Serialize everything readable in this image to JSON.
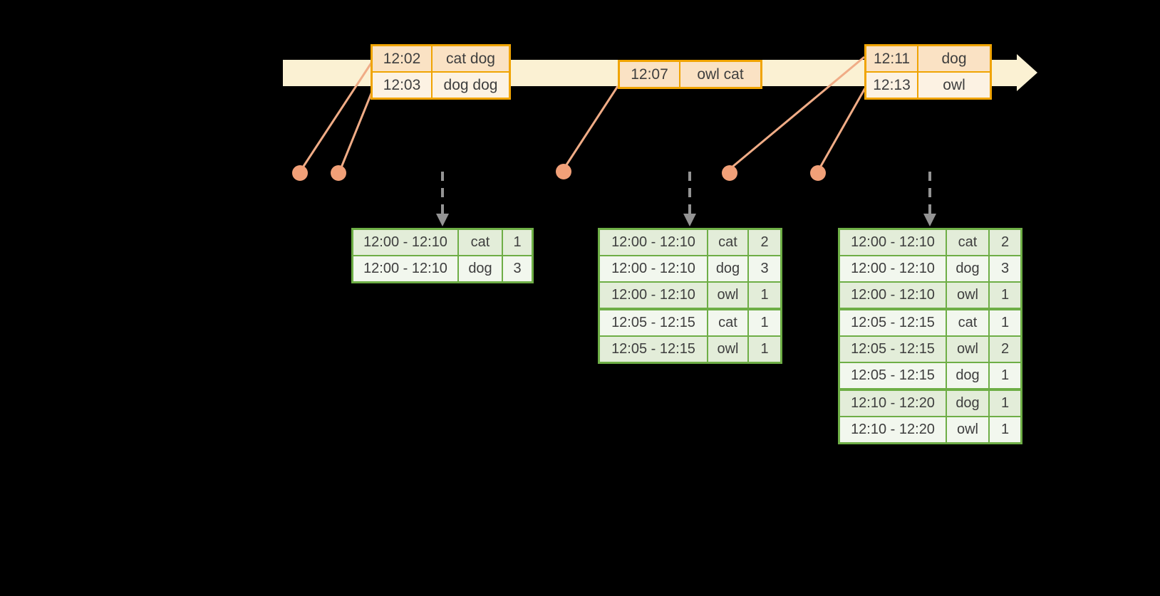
{
  "colors": {
    "background": "#000000",
    "timeline_fill": "#FBF1D3",
    "event_table_border": "#F0A402",
    "event_row_peach": "#FAE2C4",
    "event_row_cream": "#FCF2E3",
    "result_table_border": "#6EAE46",
    "result_row_dark": "#E3EDD9",
    "result_row_light": "#F2F7EE",
    "event_dot": "#F1A078",
    "connector_line": "#F0AC86",
    "emit_arrow": "#949494",
    "text": "#3E3E3E"
  },
  "event_tables": [
    {
      "rows": [
        {
          "time": "12:02",
          "data": "cat dog"
        },
        {
          "time": "12:03",
          "data": "dog dog"
        }
      ]
    },
    {
      "rows": [
        {
          "time": "12:07",
          "data": "owl cat"
        }
      ]
    },
    {
      "rows": [
        {
          "time": "12:11",
          "data": "dog"
        },
        {
          "time": "12:13",
          "data": "owl"
        }
      ]
    }
  ],
  "result_tables": [
    {
      "rows": [
        {
          "window": "12:00 - 12:10",
          "key": "cat",
          "count": "1"
        },
        {
          "window": "12:00 - 12:10",
          "key": "dog",
          "count": "3"
        }
      ]
    },
    {
      "rows": [
        {
          "window": "12:00 - 12:10",
          "key": "cat",
          "count": "2"
        },
        {
          "window": "12:00 - 12:10",
          "key": "dog",
          "count": "3"
        },
        {
          "window": "12:00 - 12:10",
          "key": "owl",
          "count": "1"
        },
        {
          "window": "12:05 - 12:15",
          "key": "cat",
          "count": "1"
        },
        {
          "window": "12:05 - 12:15",
          "key": "owl",
          "count": "1"
        }
      ]
    },
    {
      "rows": [
        {
          "window": "12:00 - 12:10",
          "key": "cat",
          "count": "2"
        },
        {
          "window": "12:00 - 12:10",
          "key": "dog",
          "count": "3"
        },
        {
          "window": "12:00 - 12:10",
          "key": "owl",
          "count": "1"
        },
        {
          "window": "12:05 - 12:15",
          "key": "cat",
          "count": "1"
        },
        {
          "window": "12:05 - 12:15",
          "key": "owl",
          "count": "2"
        },
        {
          "window": "12:05 - 12:15",
          "key": "dog",
          "count": "1"
        },
        {
          "window": "12:10 - 12:20",
          "key": "dog",
          "count": "1"
        },
        {
          "window": "12:10 - 12:20",
          "key": "owl",
          "count": "1"
        }
      ]
    }
  ]
}
